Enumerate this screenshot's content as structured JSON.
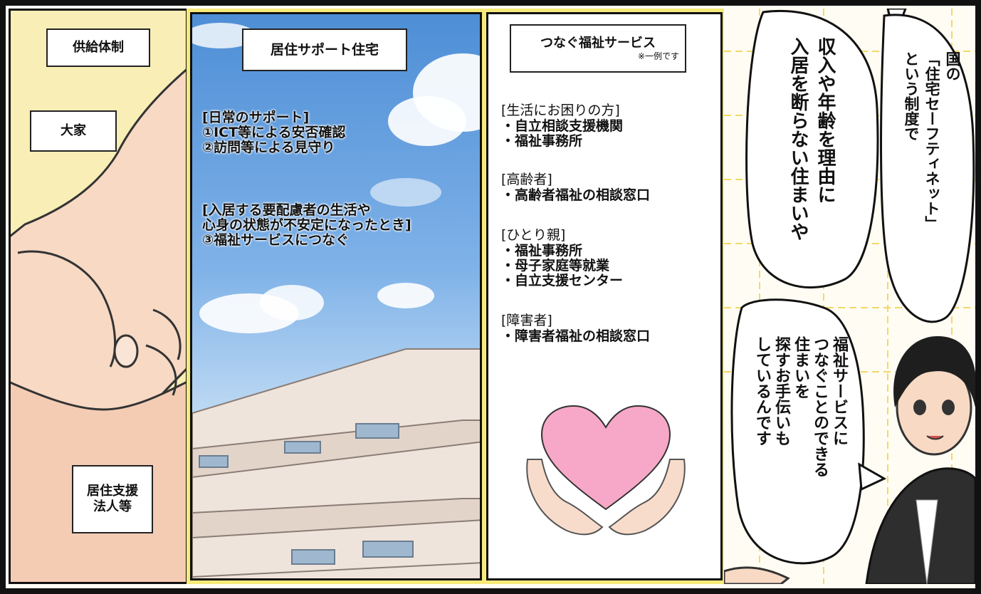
{
  "panel1": {
    "label_supply": "供給体制",
    "label_landlord": "大家",
    "label_support_corp": "居住支援\n法人等"
  },
  "panel2": {
    "title": "居住サポート住宅",
    "daily_support": "[日常のサポート]\n①ICT等による安否確認\n②訪問等による見守り",
    "unstable_support": "[入居する要配慮者の生活や\n心身の状態が不安定になったとき]\n③福祉サービスにつなぐ"
  },
  "panel3": {
    "title": "つなぐ福祉サービス",
    "note": "※一例です",
    "sections": [
      {
        "heading": "[生活にお困りの方]",
        "items": "・自立相談支援機関\n・福祉事務所"
      },
      {
        "heading": "[高齢者]",
        "items": "・高齢者福祉の相談窓口"
      },
      {
        "heading": "[ひとり親]",
        "items": "・福祉事務所\n・母子家庭等就業\n・自立支援センター"
      },
      {
        "heading": "[障害者]",
        "items": "・障害者福祉の相談窓口"
      }
    ]
  },
  "panel4": {
    "bubble1": "国の\n「住宅セーフティネット」\nという制度で",
    "bubble2": "収入や年齢を理由に\n入居を断らない住まいや",
    "bubble3": "福祉サービスに\nつなぐことのできる\n住まいを\n探すお手伝いも\nしているんです"
  },
  "colors": {
    "panel_yellow_bg": "#f8eeb6",
    "border_yellow": "#f7ea7a",
    "skin": "#f7d9c4",
    "sky_top": "#4e8ed6",
    "heart": "#f7a8c8",
    "suit": "#2e2e2e"
  }
}
